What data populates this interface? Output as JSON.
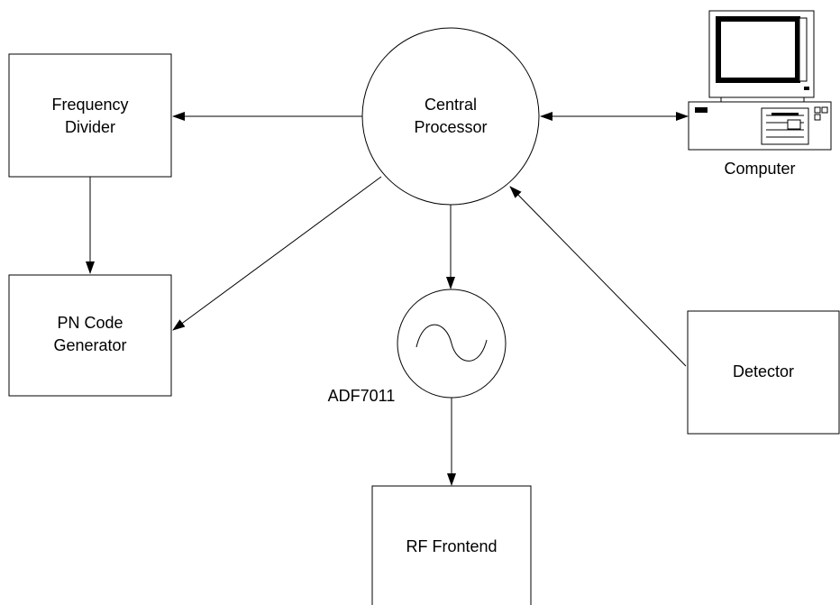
{
  "nodes": {
    "frequency_divider": {
      "lines": [
        "Frequency",
        "Divider"
      ]
    },
    "pn_code_generator": {
      "lines": [
        "PN Code",
        "Generator"
      ]
    },
    "central_processor": {
      "lines": [
        "Central",
        "Processor"
      ]
    },
    "computer": {
      "label": "Computer"
    },
    "oscillator": {
      "label": "ADF7011"
    },
    "detector": {
      "label": "Detector"
    },
    "rf_frontend": {
      "label": "RF Frontend"
    }
  }
}
